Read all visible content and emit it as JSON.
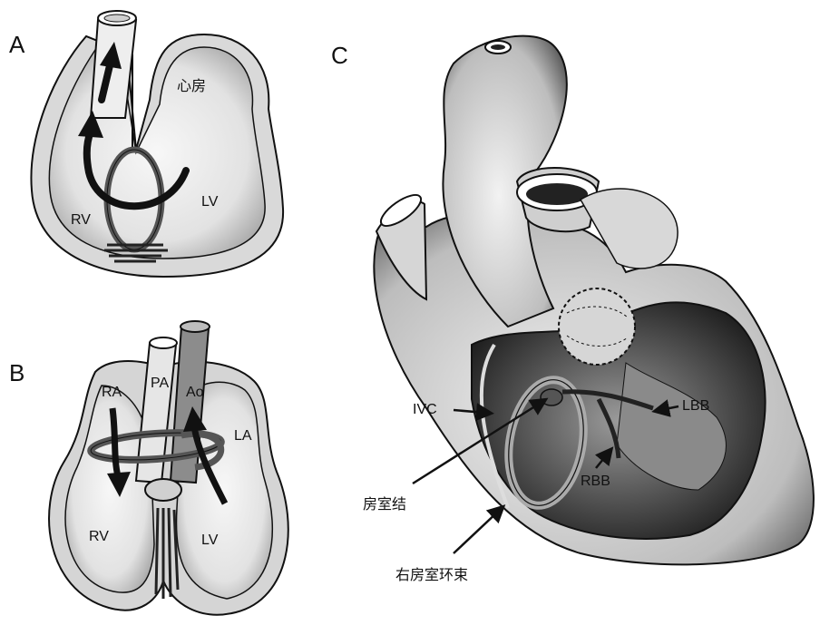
{
  "panels": {
    "a": {
      "letter": "A",
      "labels": {
        "atrium": "心房",
        "rv": "RV",
        "lv": "LV"
      }
    },
    "b": {
      "letter": "B",
      "labels": {
        "ra": "RA",
        "pa": "PA",
        "ao": "Ao",
        "la": "LA",
        "rv": "RV",
        "lv": "LV"
      }
    },
    "c": {
      "letter": "C",
      "labels": {
        "ivc": "IVC",
        "lbb": "LBB",
        "rbb": "RBB",
        "av_node": "房室结",
        "right_av_ring_bundle": "右房室环束"
      }
    }
  },
  "style": {
    "ink": "#111111",
    "shade": "#bdbdbd",
    "light": "#e9e9e9",
    "paper": "#ffffff"
  }
}
